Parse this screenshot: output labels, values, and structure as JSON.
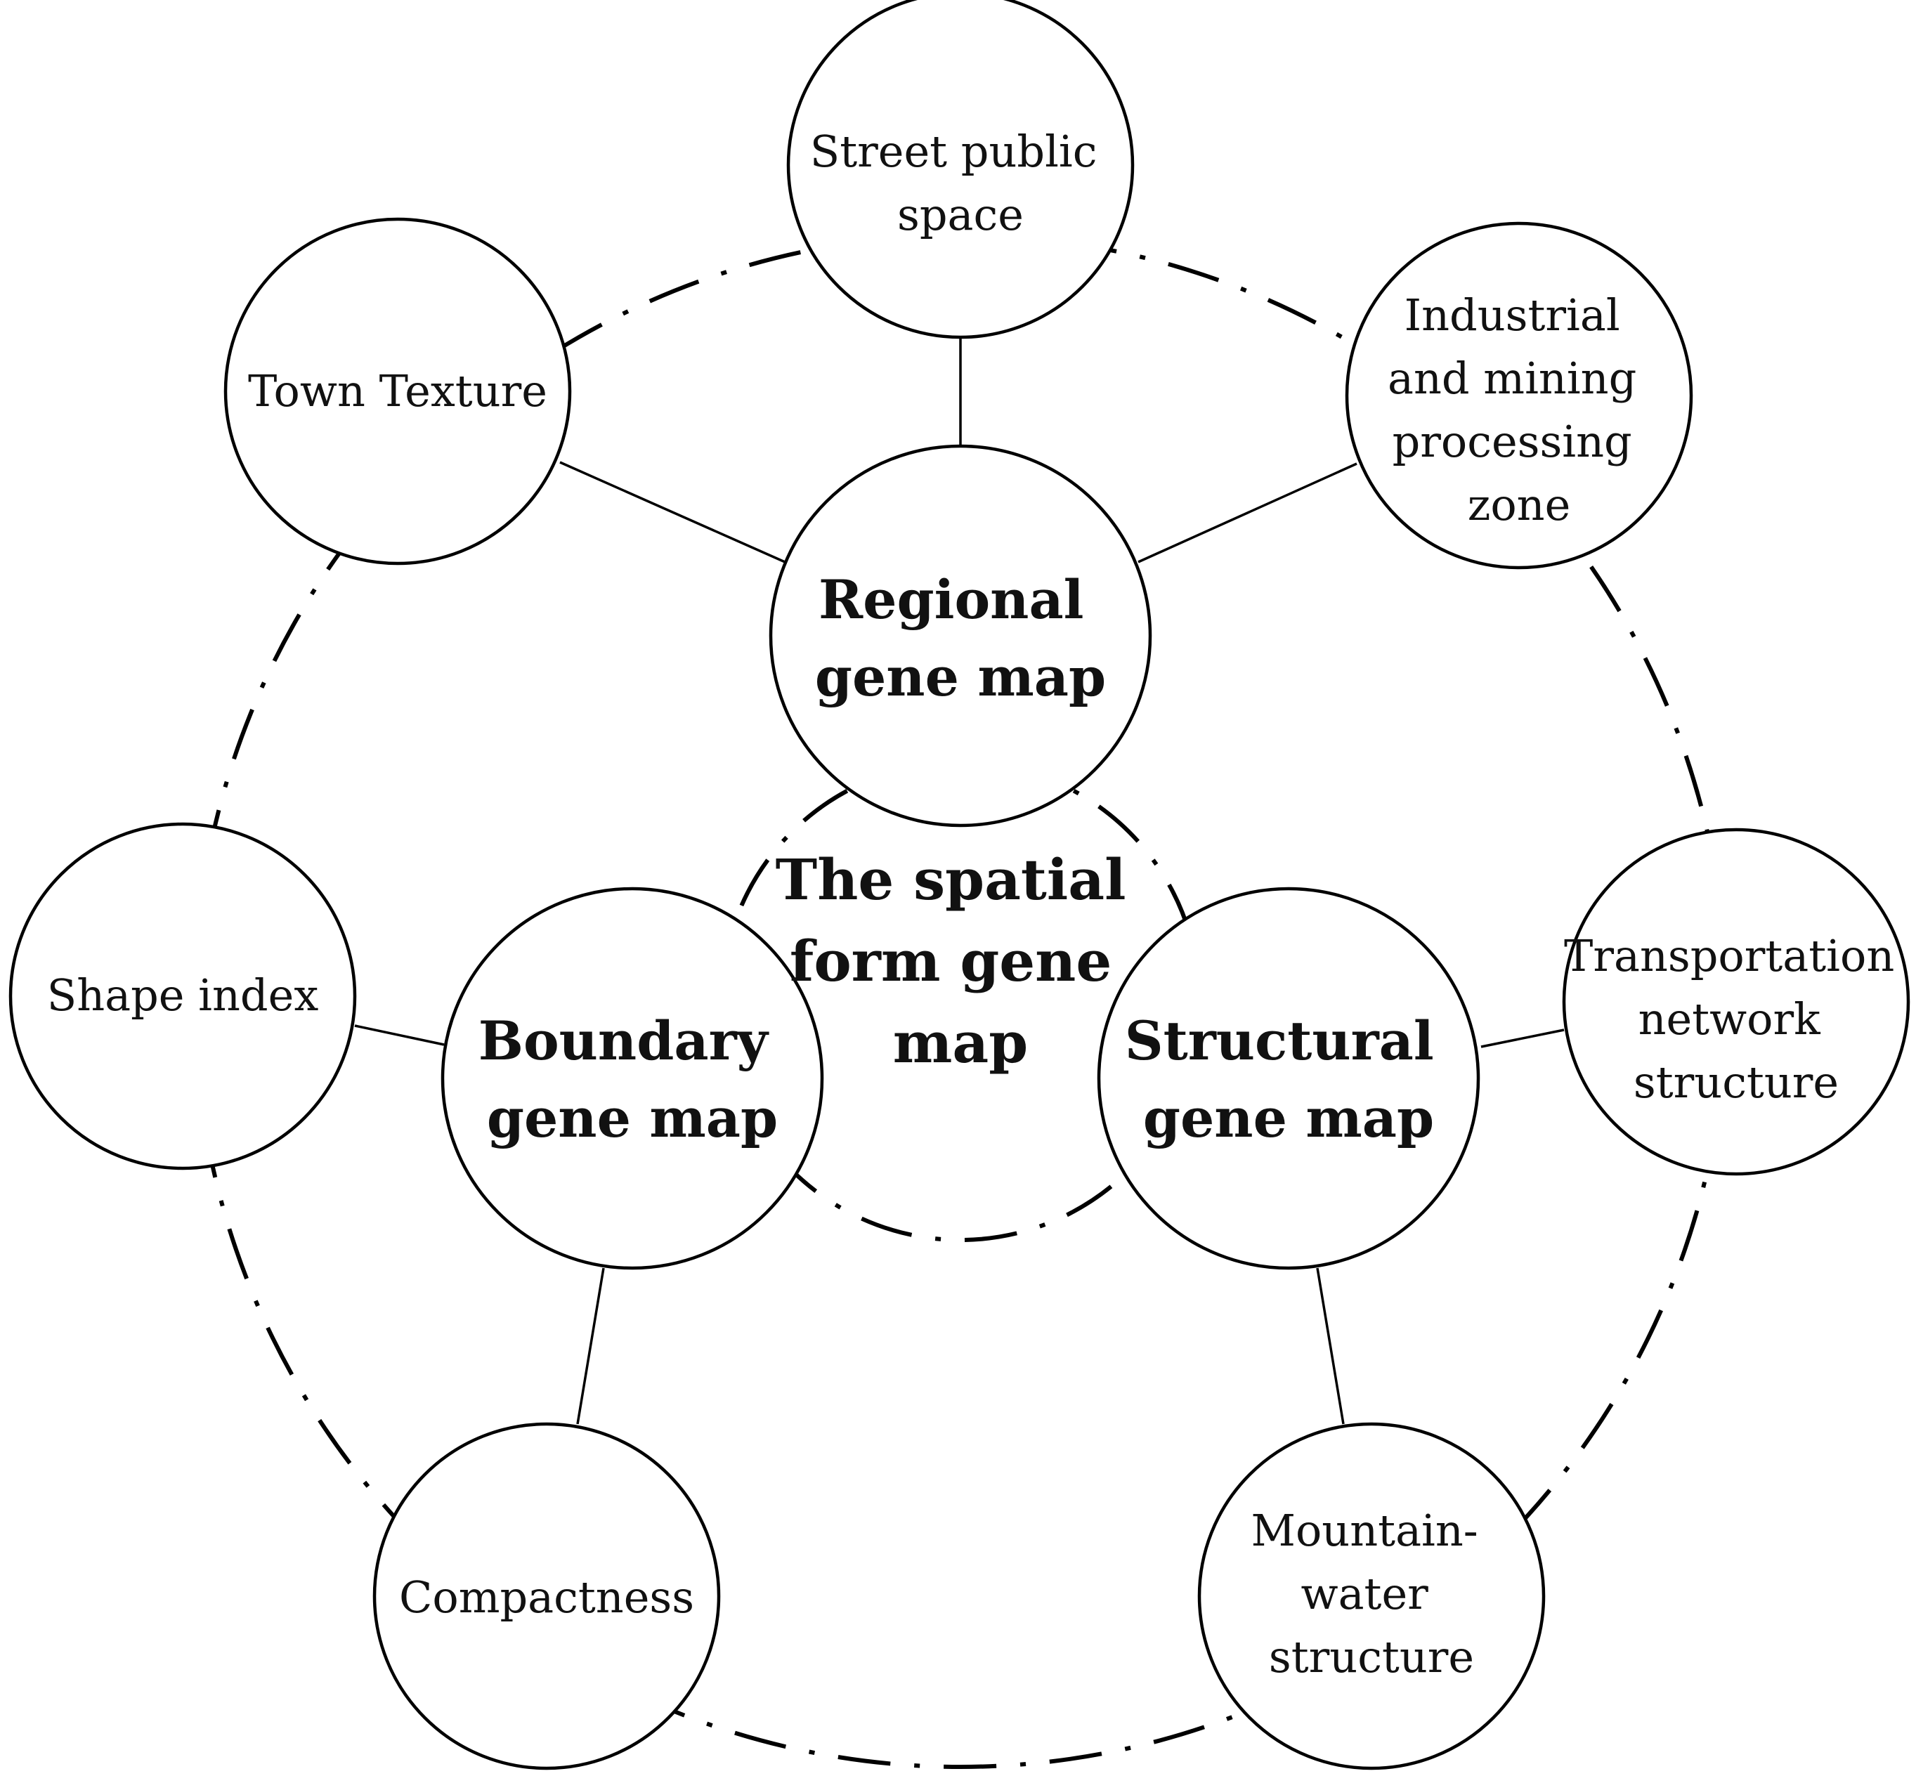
{
  "diagram": {
    "center_title": [
      "The spatial",
      "form gene",
      "map"
    ],
    "main_maps": {
      "regional": [
        "Regional",
        "gene map"
      ],
      "boundary": [
        "Boundary",
        "gene map"
      ],
      "structural": [
        "Structural",
        "gene map"
      ]
    },
    "sub_nodes": {
      "street_public_space": [
        "Street public",
        "space"
      ],
      "town_texture": [
        "Town Texture"
      ],
      "industrial_zone": [
        "Industrial",
        "and mining",
        "processing",
        "zone"
      ],
      "shape_index": [
        "Shape index"
      ],
      "transportation_network": [
        "Transportation",
        "network",
        "structure"
      ],
      "compactness": [
        "Compactness"
      ],
      "mountain_water": [
        "Mountain-",
        "water",
        "structure"
      ]
    }
  }
}
